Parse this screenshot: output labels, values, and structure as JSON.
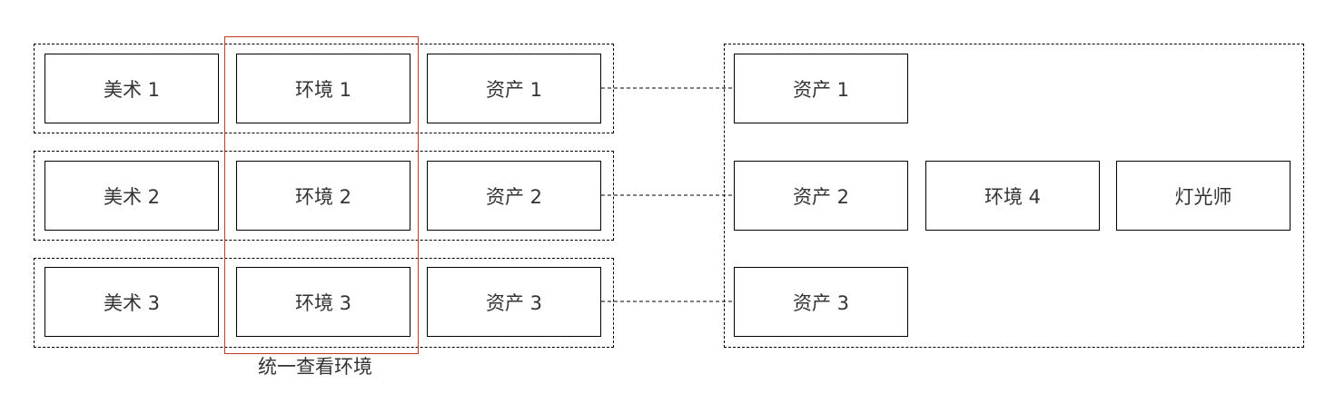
{
  "rows": [
    {
      "art": "美术 1",
      "env": "环境 1",
      "asset": "资产 1"
    },
    {
      "art": "美术 2",
      "env": "环境 2",
      "asset": "资产 2"
    },
    {
      "art": "美术 3",
      "env": "环境 3",
      "asset": "资产 3"
    }
  ],
  "right": {
    "assets": [
      "资产 1",
      "资产 2",
      "资产 3"
    ],
    "env4": "环境 4",
    "lighting": "灯光师"
  },
  "highlight_caption": "统一查看环境"
}
